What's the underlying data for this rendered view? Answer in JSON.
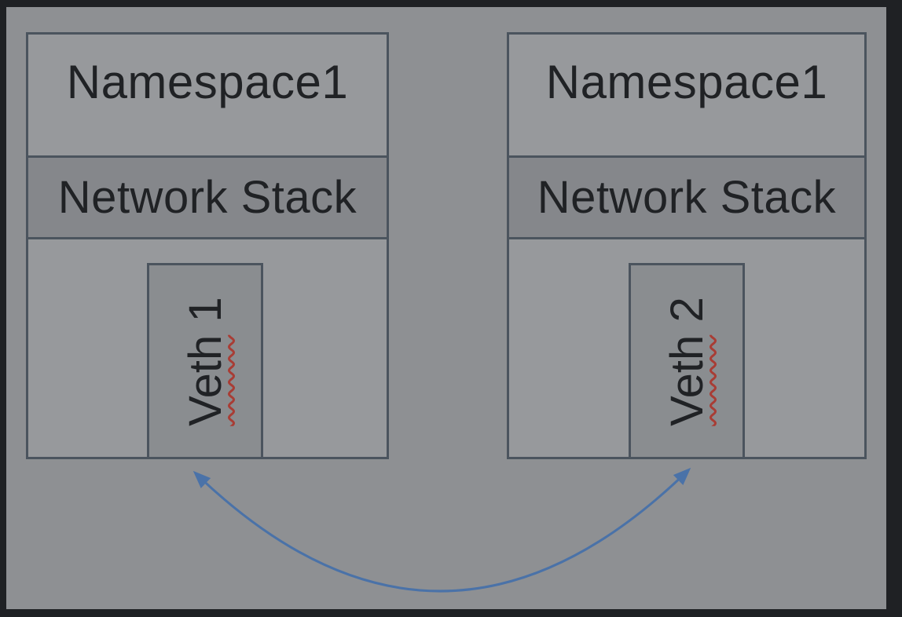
{
  "diagram": {
    "type": "veth-pair-network-namespaces",
    "namespaces": [
      {
        "title": "Namespace1",
        "stack_label": "Network Stack",
        "veth": {
          "word": "Veth",
          "num": "1",
          "label": "Veth 1"
        }
      },
      {
        "title": "Namespace1",
        "stack_label": "Network Stack",
        "veth": {
          "word": "Veth",
          "num": "2",
          "label": "Veth 2"
        }
      }
    ],
    "connector": {
      "style": "curved-double-arrow",
      "connects": [
        "Veth 1",
        "Veth 2"
      ]
    },
    "colors": {
      "frame": "#1f2124",
      "background": "#8e9093",
      "box_fill": "#97999c",
      "band_fill": "#85878b",
      "veth_fill": "#8a8d90",
      "border": "#4b545e",
      "arrow": "#4a72a8",
      "squiggle": "#a83d35",
      "text": "#202225"
    }
  }
}
